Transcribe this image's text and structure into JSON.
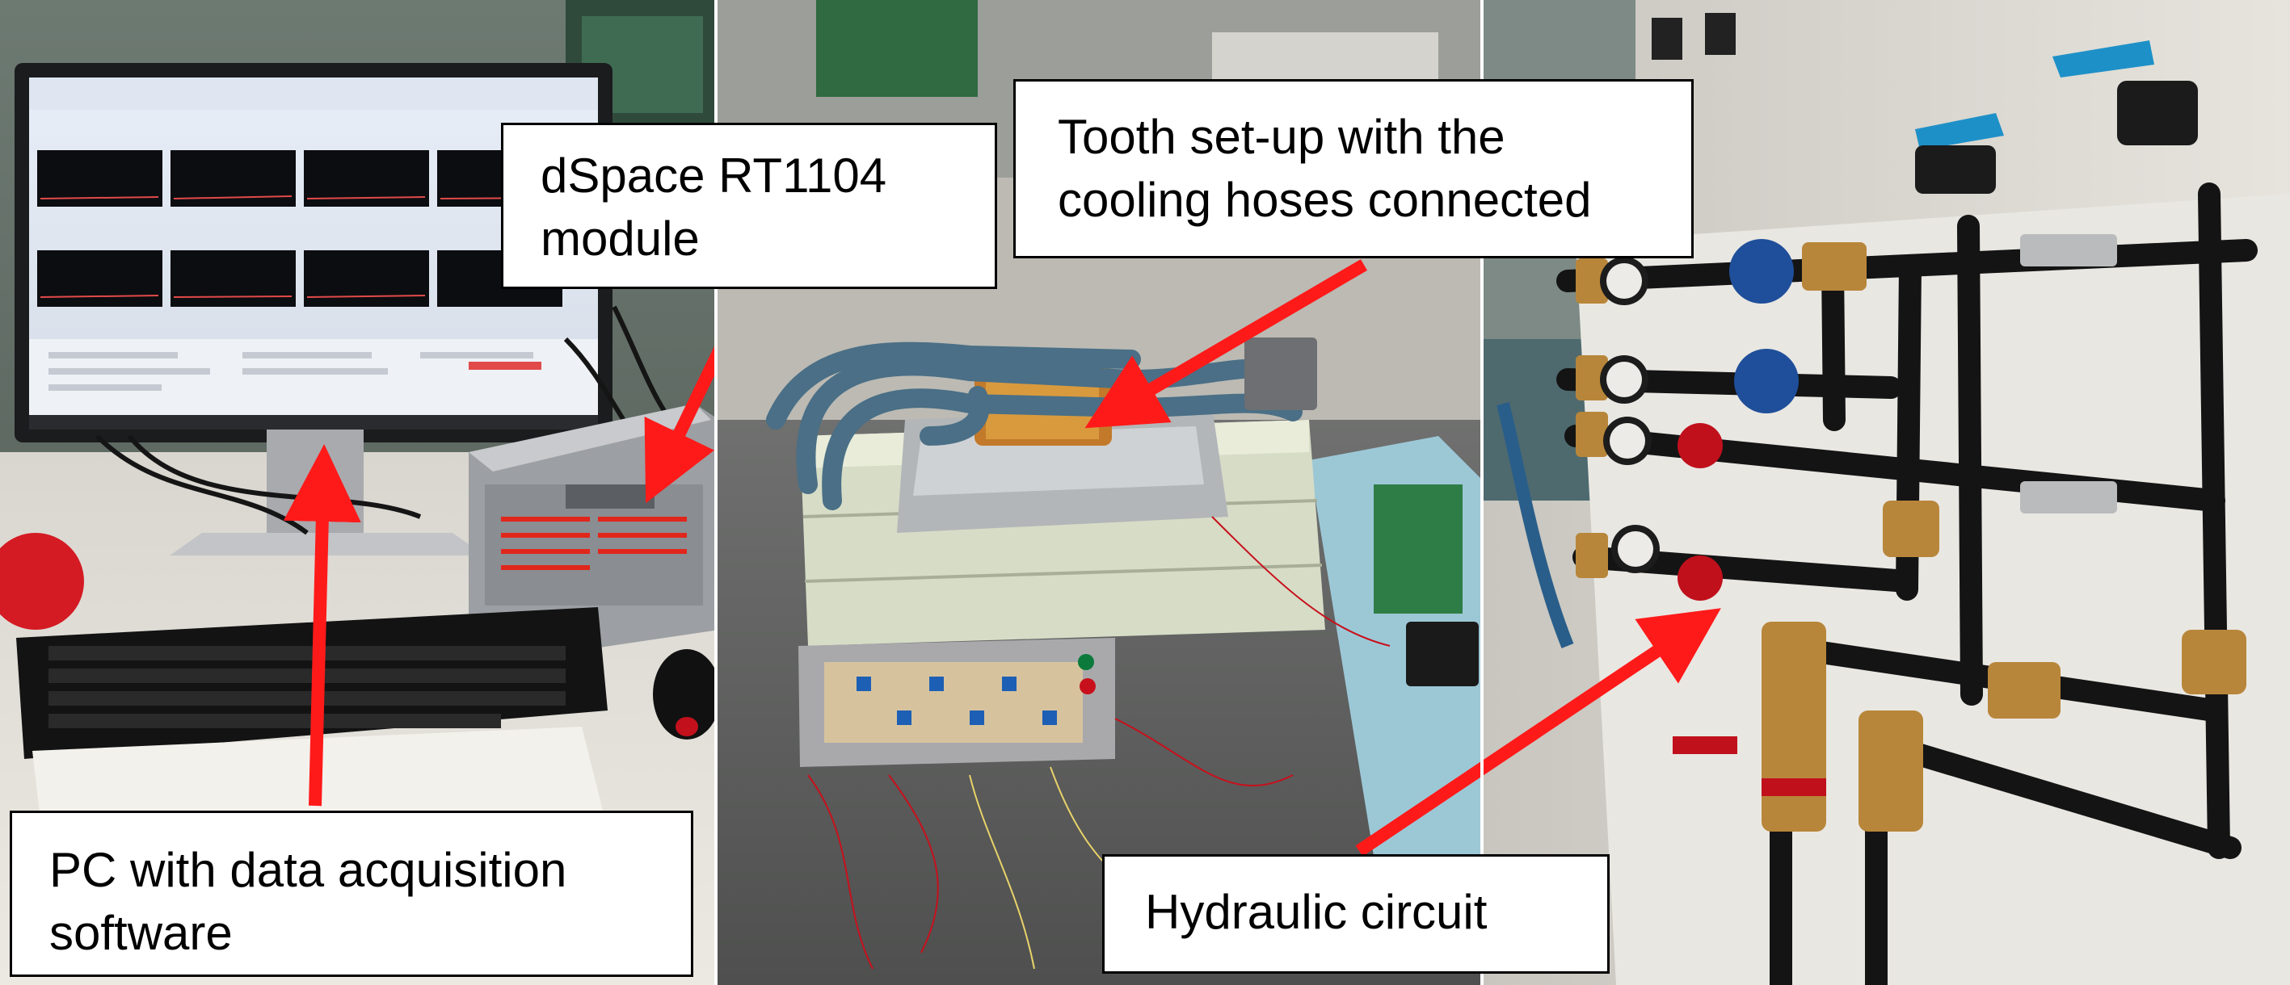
{
  "callouts": {
    "dspace": {
      "line1": "dSpace RT1104",
      "line2": "module"
    },
    "tooth": {
      "line1": "Tooth set-up with the",
      "line2": "cooling hoses connected"
    },
    "pc": {
      "line1": "PC with data acquisition",
      "line2": "software"
    },
    "hydraulic": {
      "line1": "Hydraulic circuit"
    }
  },
  "photos": [
    {
      "name": "computer-workstation-photo"
    },
    {
      "name": "tooth-setup-photo"
    },
    {
      "name": "hydraulic-circuit-photo"
    }
  ],
  "colors": {
    "arrow": "#ff1a1a",
    "callout_border": "#000000",
    "callout_bg": "#ffffff",
    "pipe_black": "#141414",
    "brass": "#b8863a",
    "hose_blue": "#4a6f86",
    "valve_blue": "#1e90c8",
    "valve_red": "#c0101c"
  }
}
